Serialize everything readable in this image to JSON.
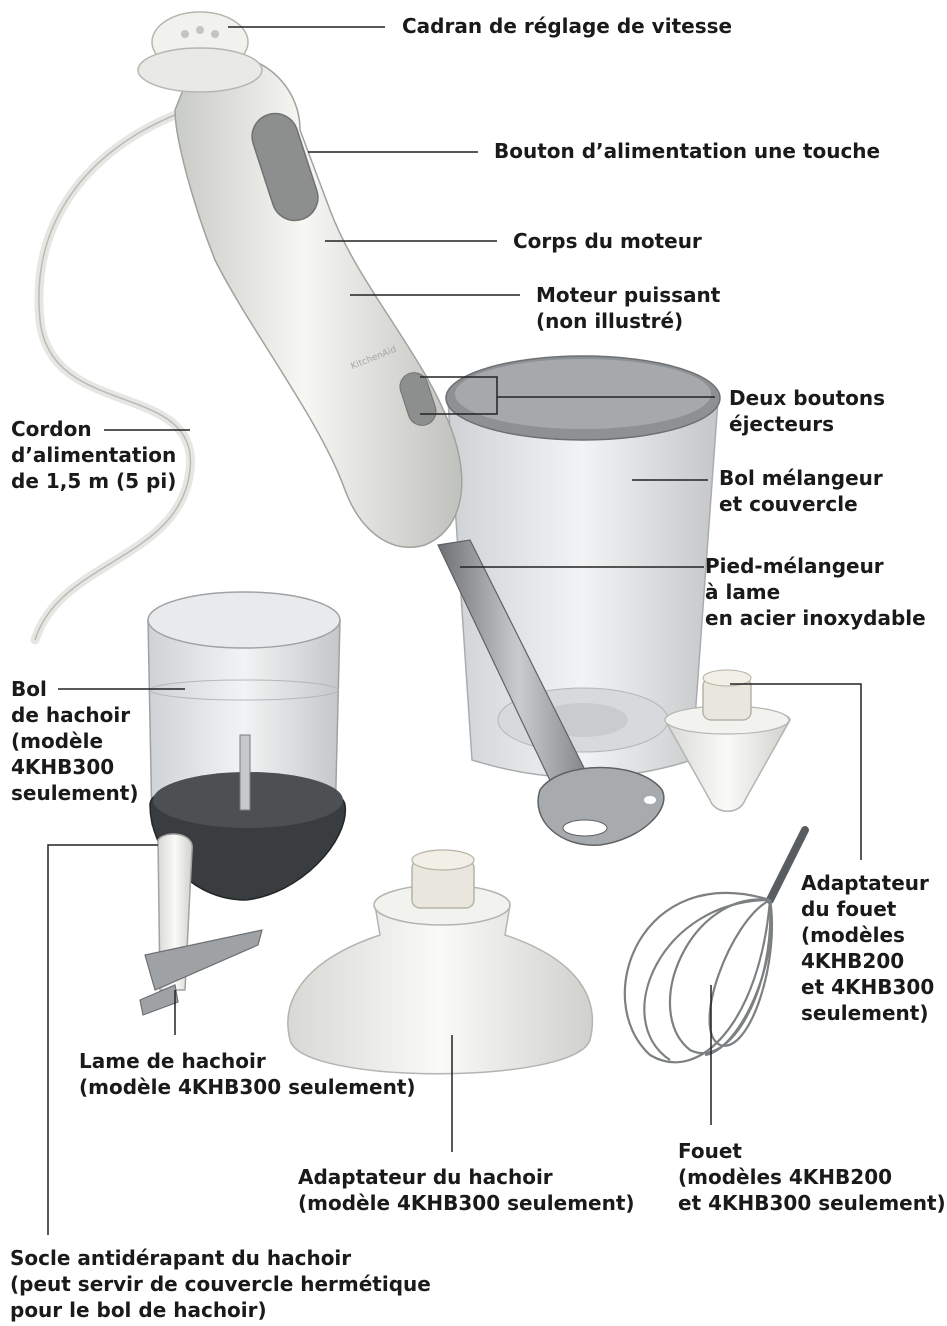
{
  "labels": {
    "speed_dial": [
      "Cadran de réglage de vitesse"
    ],
    "power_button": [
      "Bouton d’alimentation une touche"
    ],
    "motor_body": [
      "Corps du moteur"
    ],
    "motor": [
      "Moteur puissant",
      "(non illustré)"
    ],
    "eject_buttons": [
      "Deux boutons",
      "éjecteurs"
    ],
    "cord": [
      "Cordon",
      "d’alimentation",
      "de 1,5 m (5 pi)"
    ],
    "blender_jar": [
      "Bol mélangeur",
      "et couvercle"
    ],
    "blending_arm": [
      "Pied-mélangeur",
      "à lame",
      "en acier inoxydable"
    ],
    "chopper_bowl": [
      "Bol",
      "de hachoir",
      "(modèle",
      "4KHB300",
      "seulement)"
    ],
    "whisk_adapter": [
      "Adaptateur",
      "du fouet",
      "(modèles",
      "4KHB200",
      "et 4KHB300",
      "seulement)"
    ],
    "chopper_blade": [
      "Lame de hachoir",
      "(modèle 4KHB300 seulement)"
    ],
    "chopper_adapter": [
      "Adaptateur du hachoir",
      "(modèle 4KHB300 seulement)"
    ],
    "whisk": [
      "Fouet",
      "(modèles 4KHB200",
      "et 4KHB300 seulement)"
    ],
    "chopper_base": [
      "Socle antidérapant du hachoir",
      "(peut servir de couvercle hermétique",
      "pour le bol de hachoir)"
    ]
  },
  "colors": {
    "text": "#1a1a1a",
    "body_white": "#eeeeea",
    "button_grey": "#8c8f8e",
    "steel": "#9a9c9e",
    "jar_clear": "#dfe2e4",
    "base_dark": "#3a3d3f"
  }
}
